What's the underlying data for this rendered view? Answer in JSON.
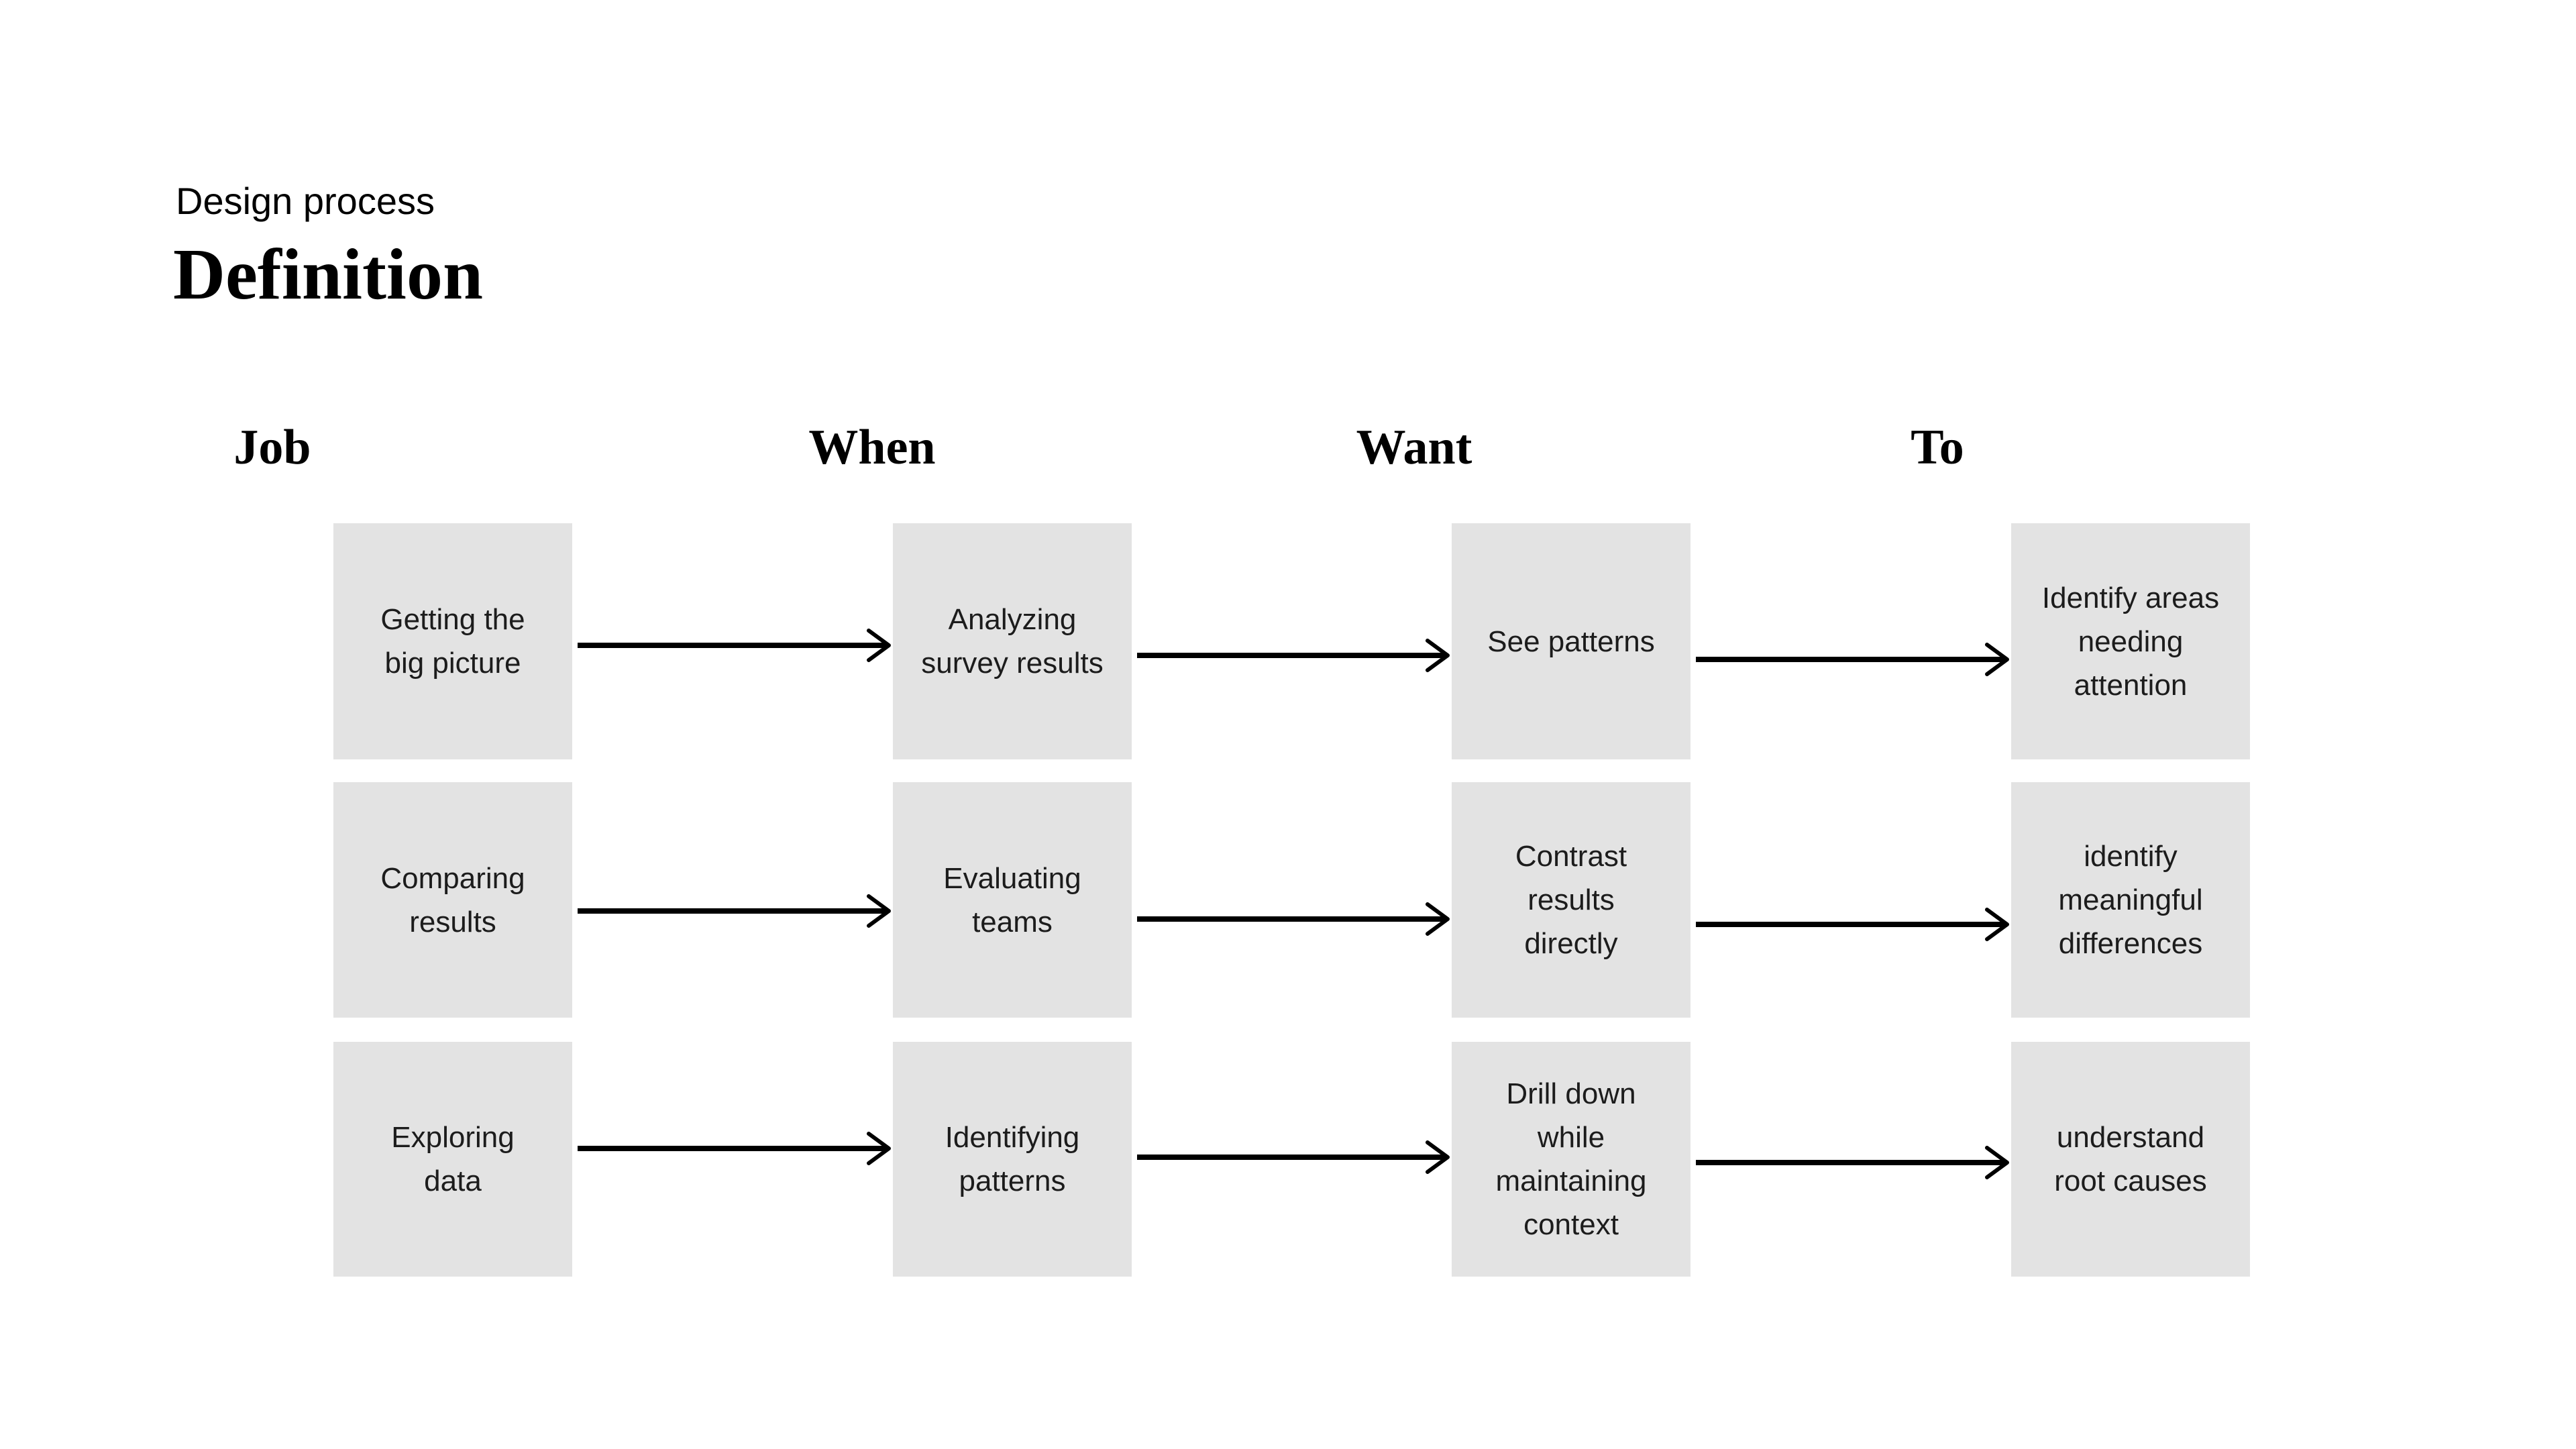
{
  "header": {
    "eyebrow": "Design process",
    "title": "Definition"
  },
  "columns": [
    {
      "label": "Job"
    },
    {
      "label": "When"
    },
    {
      "label": "Want"
    },
    {
      "label": "To"
    }
  ],
  "rows": [
    {
      "cells": [
        "Getting the big picture",
        "Analyzing survey results",
        "See patterns",
        "Identify areas needing attention"
      ]
    },
    {
      "cells": [
        "Comparing results",
        "Evaluating teams",
        "Contrast results directly",
        "identify meaningful differences"
      ]
    },
    {
      "cells": [
        "Exploring data",
        "Identifying patterns",
        "Drill down while maintaining context",
        "understand root causes"
      ]
    }
  ],
  "colors": {
    "background": "#ffffff",
    "box_bg": "#e3e3e3",
    "text": "#1c1c1c",
    "title": "#000000",
    "arrow": "#000000"
  }
}
